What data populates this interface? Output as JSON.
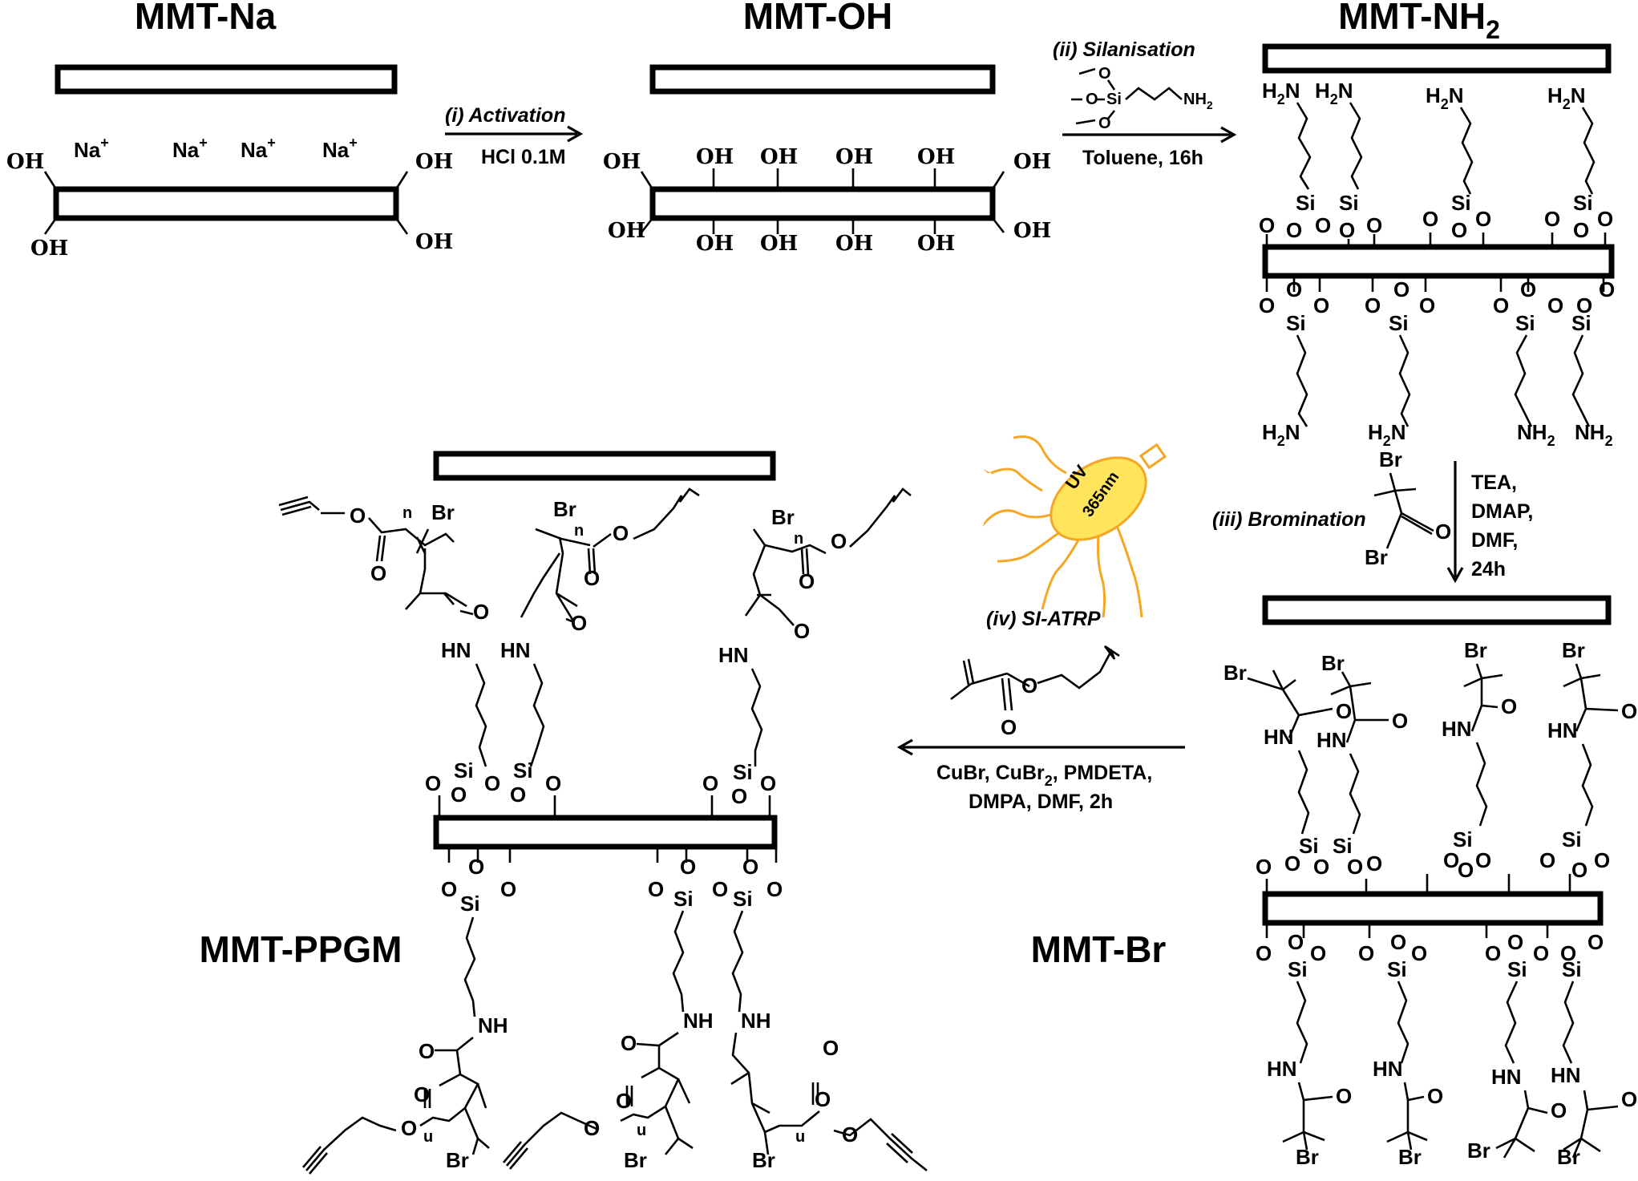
{
  "titles": {
    "mmt_na": "MMT-Na",
    "mmt_oh": "MMT-OH",
    "mmt_nh2": "MMT-NH",
    "mmt_nh2_sub": "2",
    "mmt_br": "MMT-Br",
    "mmt_ppgm": "MMT-PPGM"
  },
  "steps": {
    "activation": "(i) Activation",
    "activation_cond": "HCl 0.1M",
    "silanisation": "(ii) Silanisation",
    "silanisation_cond": "Toluene, 16h",
    "bromination": "(iii) Bromination",
    "bromination_cond": [
      "TEA,",
      "DMAP,",
      "DMF,",
      "24h"
    ],
    "si_atrp": "(iv) SI-ATRP",
    "atrp_cond_1": "CuBr, CuBr",
    "atrp_cond_1_sub": "2",
    "atrp_cond_1_rest": ", PMDETA,",
    "atrp_cond_2": "DMPA, DMF, 2h"
  },
  "uv_lamp": {
    "line1": "UV",
    "line2": "365nm",
    "color": "#F5C242"
  },
  "atoms": {
    "na": "Na",
    "plus": "+",
    "oh": "OH",
    "o": "O",
    "si": "Si",
    "br": "Br",
    "nh": "NH",
    "hn": "HN",
    "nh2": "NH",
    "h2n": "H",
    "sub2": "2",
    "n_idx": "n",
    "u_idx": "u"
  },
  "colors": {
    "ink": "#000000",
    "uv_ray": "#F5A623",
    "uv_lamp": "#FFE45C"
  }
}
